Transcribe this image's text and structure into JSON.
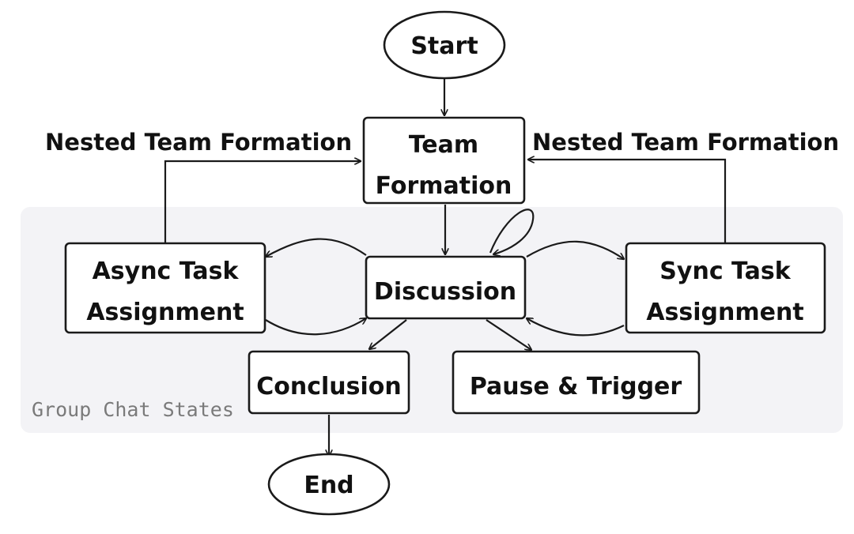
{
  "diagram": {
    "nodes": {
      "start": "Start",
      "team_formation": [
        "Team",
        "Formation"
      ],
      "async_task": [
        "Async Task",
        "Assignment"
      ],
      "discussion": "Discussion",
      "sync_task": [
        "Sync Task",
        "Assignment"
      ],
      "conclusion": "Conclusion",
      "pause_trigger": "Pause & Trigger",
      "end": "End"
    },
    "edge_labels": {
      "nested_left": "Nested Team Formation",
      "nested_right": "Nested Team Formation"
    },
    "region_label": "Group Chat States",
    "colors": {
      "region_fill": "#f3f3f6",
      "stroke": "#1a1a1a",
      "text": "#111111",
      "region_text": "#7a7a7a"
    }
  }
}
